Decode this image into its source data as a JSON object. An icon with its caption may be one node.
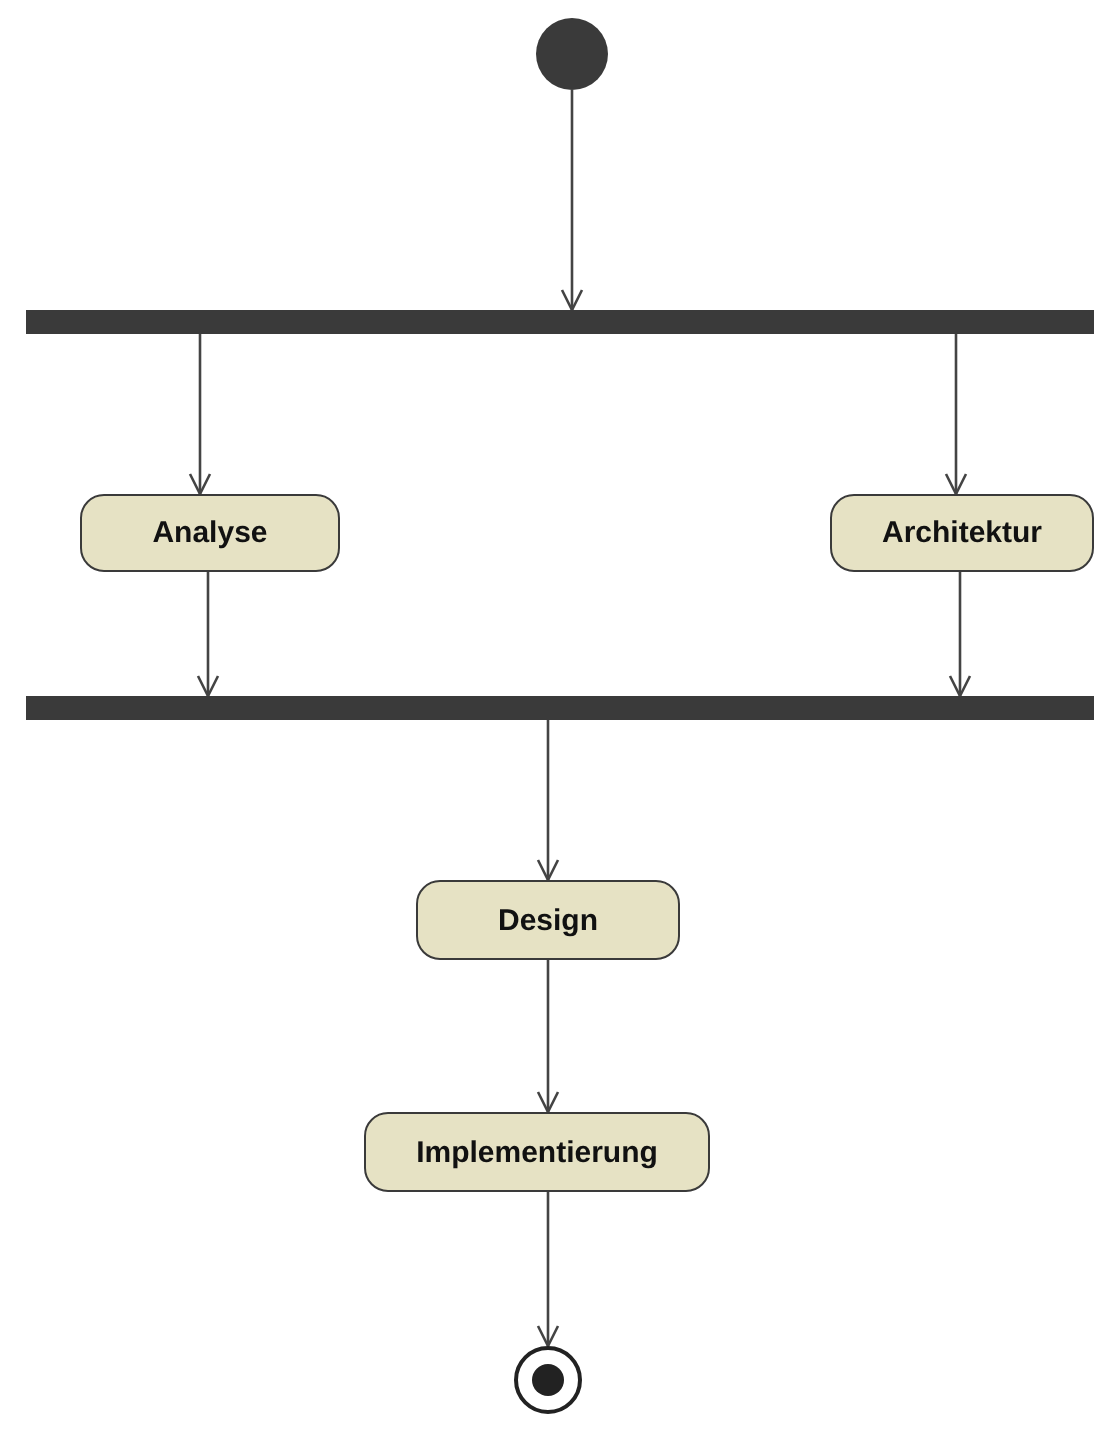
{
  "diagram": {
    "nodes": [
      {
        "text": [],
        "shape": "circle"
      },
      {
        "text": [],
        "shape": "bar"
      },
      {
        "text": [
          "Analyse"
        ]
      },
      {
        "text": [
          "Architektur"
        ]
      },
      {
        "text": [],
        "shape": "bar"
      },
      {
        "text": [
          "Design"
        ]
      },
      {
        "text": [
          "Implementierung"
        ]
      },
      {
        "text": [],
        "shape": "bullseye"
      }
    ],
    "edges": [
      {
        "from": 0,
        "to": 1,
        "arrow": "to"
      },
      {
        "from": 1,
        "to": 2,
        "arrow": "to"
      },
      {
        "from": 1,
        "to": 3,
        "arrow": "to"
      },
      {
        "from": 2,
        "to": 4,
        "arrow": "to"
      },
      {
        "from": 3,
        "to": 4,
        "arrow": "to"
      },
      {
        "from": 4,
        "to": 5,
        "arrow": "to"
      },
      {
        "from": 5,
        "to": 6,
        "arrow": "to"
      },
      {
        "from": 6,
        "to": 7,
        "arrow": "to"
      }
    ]
  }
}
